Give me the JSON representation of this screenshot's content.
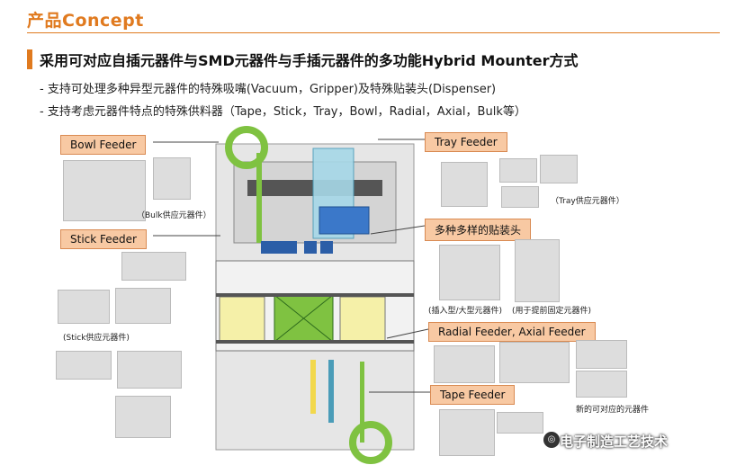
{
  "title": "产品Concept",
  "heading": "采用可对应自插元器件与SMD元器件与手插元器件的多功能Hybrid Mounter方式",
  "bullets": [
    "- 支持可处理多种异型元器件的特殊吸嘴(Vacuum，Gripper)及特殊贴装头(Dispenser)",
    "- 支持考虑元器件特点的特殊供料器（Tape，Stick，Tray，Bowl，Radial，Axial，Bulk等）"
  ],
  "callouts": {
    "bowl": "Bowl Feeder",
    "stick": "Stick Feeder",
    "tray": "Tray Feeder",
    "head": "多种多样的贴装头",
    "radial": "Radial Feeder, Axial Feeder",
    "tape": "Tape Feeder"
  },
  "captions": {
    "bulk": "（Bulk供应元器件）",
    "tray": "（Tray供应元器件）",
    "stick": "(Stick供应元器件)",
    "insert": "(插入型/大型元器件)",
    "prefix": "(用于提前固定元器件)",
    "newparts": "新的可对应的元器件"
  },
  "watermark": "电子制造工艺技术",
  "colors": {
    "accent": "#e07a1f",
    "callout_bg": "#f8c9a3",
    "reel_green": "#7fc241",
    "light_blue": "#a6d8e8",
    "yellow": "#f5f0a8"
  }
}
